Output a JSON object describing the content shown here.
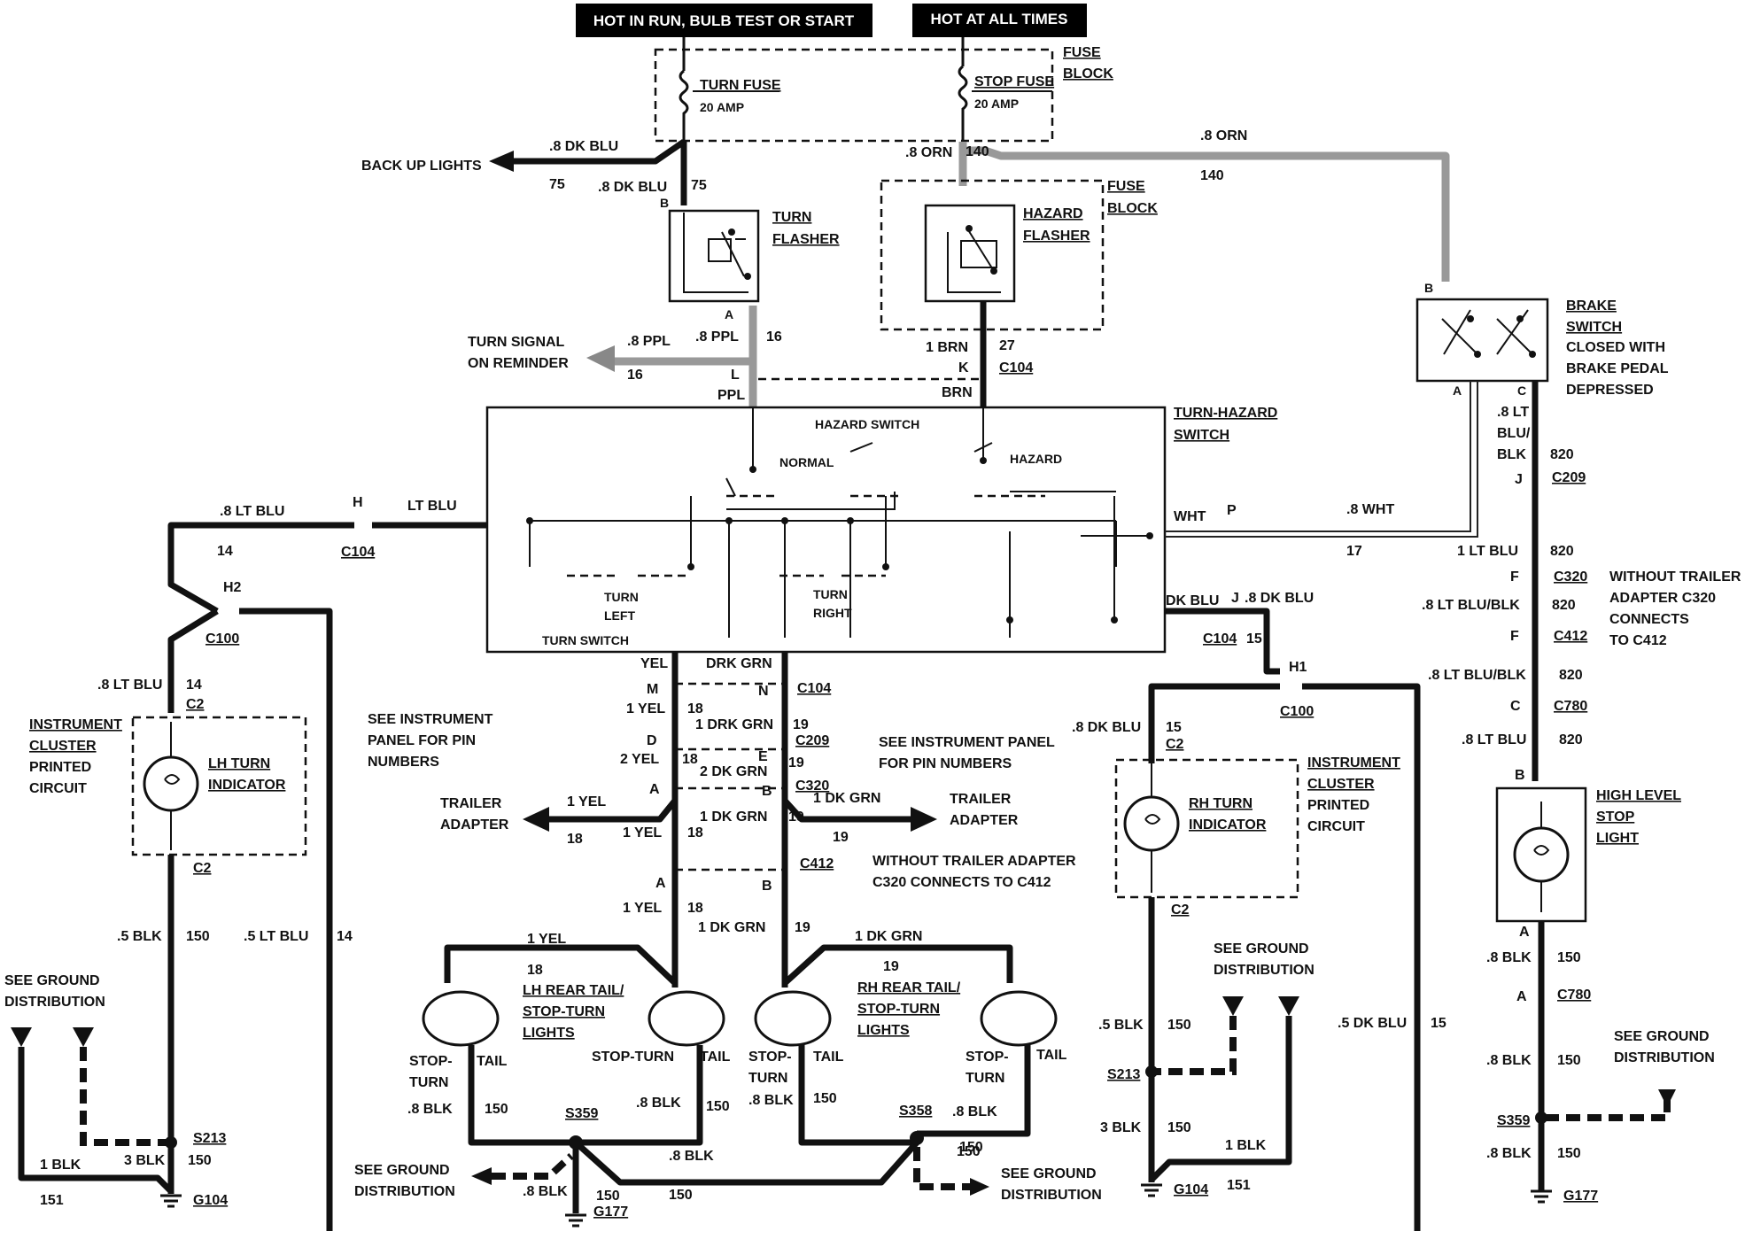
{
  "header": {
    "hot_run": "HOT IN RUN,  BULB TEST OR START",
    "hot_all": "HOT AT ALL TIMES"
  },
  "fuse_block": {
    "label1": "FUSE",
    "label2": "BLOCK",
    "turn_fuse": "TURN FUSE",
    "turn_amp": "20 AMP",
    "stop_fuse": "STOP FUSE",
    "stop_amp": "20 AMP"
  },
  "fuse_block2": {
    "label1": "FUSE",
    "label2": "BLOCK"
  },
  "turn_flasher": {
    "l1": "TURN",
    "l2": "FLASHER",
    "pin_b": "B",
    "pin_a": "A"
  },
  "hazard_flasher": {
    "l1": "HAZARD",
    "l2": "FLASHER"
  },
  "brake_switch": {
    "l1": "BRAKE",
    "l2": "SWITCH",
    "l3": "CLOSED WITH",
    "l4": "BRAKE PEDAL",
    "l5": "DEPRESSED",
    "pin_b": "B",
    "pin_a": "A",
    "pin_c": "C"
  },
  "turn_hazard_switch": {
    "l1": "TURN-HAZARD",
    "l2": "SWITCH",
    "hazard_switch": "HAZARD SWITCH",
    "normal": "NORMAL",
    "hazard": "HAZARD",
    "turn_left_1": "TURN",
    "turn_left_2": "LEFT",
    "turn_right_1": "TURN",
    "turn_right_2": "RIGHT",
    "turn_switch": "TURN SWITCH"
  },
  "wires": {
    "backup": "BACK UP LIGHTS",
    "dkblu_8": ".8 DK BLU",
    "n75": "75",
    "dkblu_8b": ".8 DK BLU",
    "n75b": "75",
    "orn_8": ".8 ORN",
    "n140": "140",
    "orn_8b": ".8 ORN",
    "n140b": "140",
    "turn_sig1": "TURN SIGNAL",
    "turn_sig2": "ON REMINDER",
    "ppl_8": ".8 PPL",
    "n16": "16",
    "ppl_8b": ".8 PPL",
    "n16b": "16",
    "pin_l": "L",
    "ppl": "PPL",
    "brn_1": "1 BRN",
    "n27": "27",
    "pin_k": "K",
    "c104a": "C104",
    "brn": "BRN",
    "ltblu_8": ".8 LT BLU",
    "n14": "14",
    "pin_h": "H",
    "ltblu": "LT BLU",
    "c104b": "C104",
    "h2": "H2",
    "c100": "C100",
    "ltblu_8b": ".8 LT BLU",
    "n14b": "14",
    "c2": "C2",
    "wht": "WHT",
    "pin_p": "P",
    "wht_8": ".8 WHT",
    "n17": "17",
    "dkblu": "DK BLU",
    "pin_j": "J",
    "dkblu_8c": ".8 DK BLU",
    "c104c": "C104",
    "n15": "15",
    "h1": "H1",
    "c100b": "C100",
    "dkblu_8d": ".8 DK BLU",
    "n15b": "15",
    "c2b": "C2",
    "ltblu_8c": ".8 LT",
    "ltblu_8c2": "BLU/",
    "ltblu_8c3": "BLK",
    "n820": "820",
    "pin_j2": "J",
    "c209": "C209",
    "ltblu_1": "1 LT BLU",
    "n820b": "820",
    "pin_f": "F",
    "c320": "C320",
    "ltblublk": ".8 LT BLU/BLK",
    "n820c": "820",
    "pin_f2": "F",
    "c412": "C412",
    "ltblublk2": ".8 LT BLU/BLK",
    "n820d": "820",
    "pin_c2": "C",
    "c780": "C780",
    "ltblu_8e": ".8 LT BLU",
    "n820e": "820",
    "pin_b3": "B",
    "trailer_note1": "WITHOUT TRAILER",
    "trailer_note2": "ADAPTER C320",
    "trailer_note3": "CONNECTS",
    "trailer_note4": "TO C412"
  },
  "center": {
    "yel": "YEL",
    "drkgrn": "DRK GRN",
    "pin_m": "M",
    "pin_n": "N",
    "c104": "C104",
    "yel1": "1 YEL",
    "n18a": "18",
    "dkgrn1": "1 DRK GRN",
    "n19a": "19",
    "pin_d": "D",
    "pin_e": "E",
    "c209": "C209",
    "yel2": "2 YEL",
    "n18b": "18",
    "dkgrn2": "2 DK GRN",
    "n19b": "19",
    "pin_a": "A",
    "pin_b": "B",
    "c320": "C320",
    "trailer_l1": "TRAILER",
    "trailer_l2": "ADAPTER",
    "yel1b": "1 YEL",
    "n18c": "18",
    "yel1c": "1 YEL",
    "n18d": "18",
    "dkgrn1b": "1 DK GRN",
    "n19c": "19",
    "dkgrn1c": "1 DK GRN",
    "n19d": "19",
    "trailer_r1": "TRAILER",
    "trailer_r2": "ADAPTER",
    "pin_a2": "A",
    "pin_b2": "B",
    "c412": "C412",
    "note1": "WITHOUT TRAILER ADAPTER",
    "note2": "C320 CONNECTS TO C412",
    "yel1d": "1 YEL",
    "n18e": "18",
    "dkgrn1d": "1 DK GRN",
    "n19e": "19",
    "see_ip1": "SEE INSTRUMENT",
    "see_ip2": "PANEL FOR PIN",
    "see_ip3": "NUMBERS",
    "see_ip4": "SEE INSTRUMENT PANEL",
    "see_ip5": "FOR PIN NUMBERS"
  },
  "rear": {
    "yel1": "1 YEL",
    "n18": "18",
    "dkgrn1": "1 DK GRN",
    "n19": "19",
    "lh1": "LH REAR TAIL/",
    "lh2": "STOP-TURN",
    "lh3": "LIGHTS",
    "rh1": "RH REAR TAIL/",
    "rh2": "STOP-TURN",
    "rh3": "LIGHTS",
    "stop_turn": "STOP-",
    "turn": "TURN",
    "tail": "TAIL",
    "stop_turn2": "STOP-TURN",
    "tail2": "TAIL",
    "stop3": "STOP-",
    "turn3": "TURN",
    "tail3": "TAIL",
    "stop4": "STOP-",
    "turn4": "TURN",
    "tail4": "TAIL",
    "blk8a": ".8 BLK",
    "n150a": "150",
    "blk8b": ".8 BLK",
    "n150b": "150",
    "s359": "S359",
    "blk8c": ".8 BLK",
    "n150c": "150",
    "s358": "S358",
    "blk8d": ".8 BLK",
    "n150d": "150",
    "see_gnd1": "SEE GROUND",
    "see_gnd2": "DISTRIBUTION",
    "blk8e": ".8 BLK",
    "n150e": "150",
    "g177": "G177",
    "blk8f": ".8 BLK",
    "n150f": "150",
    "n150g": "150",
    "see_gnd3": "SEE GROUND",
    "see_gnd4": "DISTRIBUTION"
  },
  "left": {
    "ic1": "INSTRUMENT",
    "ic2": "CLUSTER",
    "ic3": "PRINTED",
    "ic4": "CIRCUIT",
    "lh1": "LH TURN",
    "lh2": "INDICATOR",
    "c2": "C2",
    "blk5": ".5 BLK",
    "n150": "150",
    "ltblu5": ".5 LT BLU",
    "n14": "14",
    "see_gnd1": "SEE GROUND",
    "see_gnd2": "DISTRIBUTION",
    "s213": "S213",
    "blk3": "3 BLK",
    "n150b": "150",
    "blk1": "1 BLK",
    "n151": "151",
    "g104": "G104"
  },
  "right": {
    "ic1": "INSTRUMENT",
    "ic2": "CLUSTER",
    "ic3": "PRINTED",
    "ic4": "CIRCUIT",
    "rh1": "RH TURN",
    "rh2": "INDICATOR",
    "c2": "C2",
    "see_gnd1": "SEE GROUND",
    "see_gnd2": "DISTRIBUTION",
    "blk5": ".5 BLK",
    "n150": "150",
    "dkblu5": ".5 DK BLU",
    "n15": "15",
    "s213": "S213",
    "blk3": "3 BLK",
    "n150b": "150",
    "blk1": "1 BLK",
    "n151": "151",
    "g104": "G104"
  },
  "high_stop": {
    "l1": "HIGH LEVEL",
    "l2": "STOP",
    "l3": "LIGHT",
    "pin_a": "A",
    "blk8": ".8 BLK",
    "n150": "150",
    "pin_a2": "A",
    "c780": "C780",
    "blk8b": ".8 BLK",
    "n150b": "150",
    "see_gnd1": "SEE GROUND",
    "see_gnd2": "DISTRIBUTION",
    "s359": "S359",
    "blk8c": ".8 BLK",
    "n150c": "150",
    "g177": "G177"
  }
}
